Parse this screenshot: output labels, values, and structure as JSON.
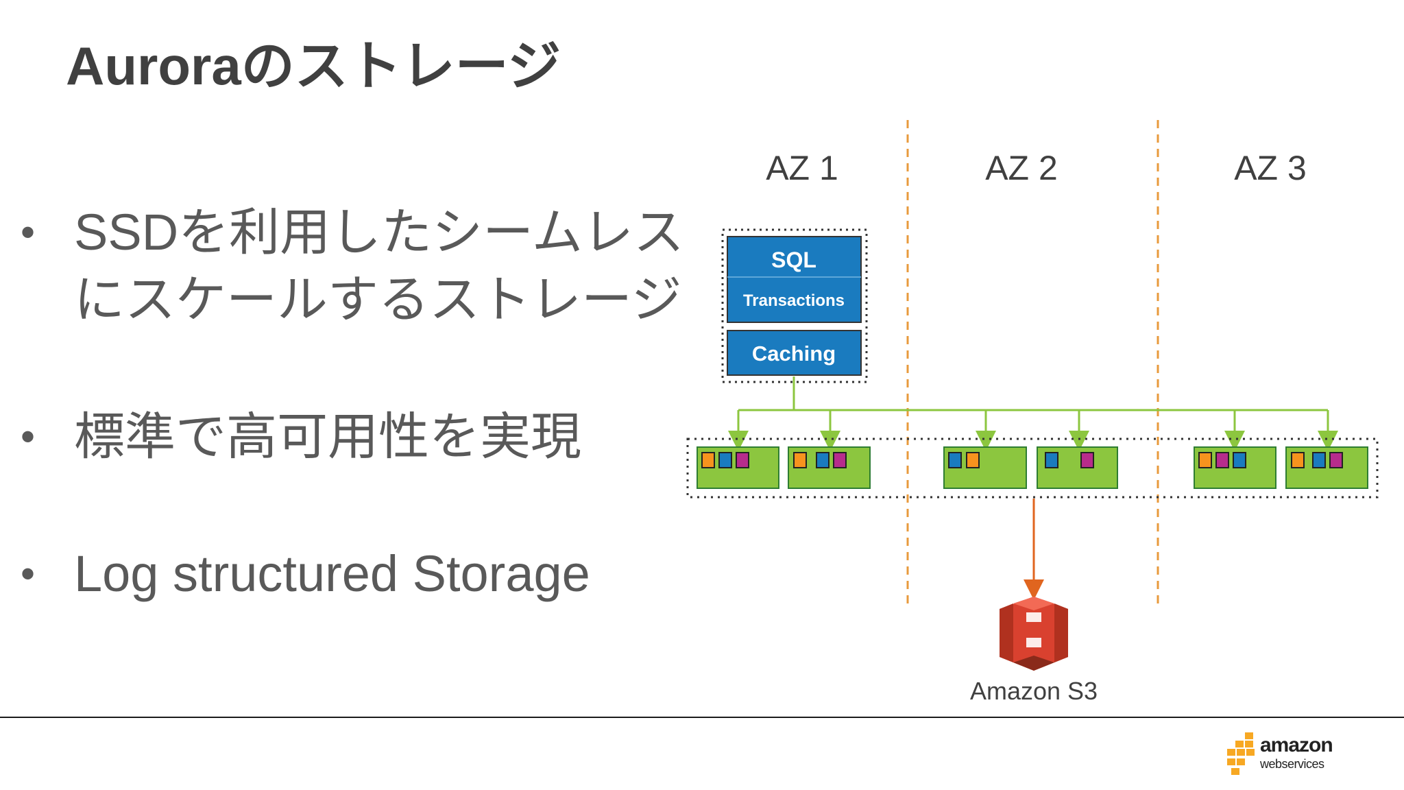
{
  "slide": {
    "title": "Auroraのストレージ"
  },
  "bullets": [
    {
      "marker": "•",
      "text": "SSDを利用したシームレス\nにスケールするストレージ"
    },
    {
      "marker": "•",
      "text": "標準で高可用性を実現"
    },
    {
      "marker": "•",
      "text": "Log structured Storage"
    }
  ],
  "diagram": {
    "availability_zones": [
      "AZ 1",
      "AZ 2",
      "AZ 3"
    ],
    "db_instance": {
      "sql_label": "SQL",
      "transactions_label": "Transactions",
      "caching_label": "Caching"
    },
    "storage_nodes": [
      {
        "az": "AZ 1",
        "blocks": [
          "orange",
          "blue",
          "magenta"
        ]
      },
      {
        "az": "AZ 1",
        "blocks": [
          "orange",
          "blue",
          "magenta"
        ]
      },
      {
        "az": "AZ 2",
        "blocks": [
          "blue",
          "orange"
        ]
      },
      {
        "az": "AZ 2",
        "blocks": [
          "blue",
          "magenta"
        ]
      },
      {
        "az": "AZ 3",
        "blocks": [
          "orange",
          "magenta",
          "blue"
        ]
      },
      {
        "az": "AZ 3",
        "blocks": [
          "orange",
          "blue",
          "magenta"
        ]
      }
    ],
    "backup_target": "Amazon S3",
    "colors": {
      "db_box": "#1a7bbf",
      "storage_node": "#8cc63f",
      "connector": "#8cc63f",
      "az_divider": "#e89a3c",
      "backup_arrow": "#e0651f",
      "s3_icon": "#d9412f",
      "block_orange": "#f7931e",
      "block_blue": "#1a7bbf",
      "block_magenta": "#b72c8c"
    }
  },
  "footer": {
    "logo_main": "amazon",
    "logo_sub": "webservices"
  }
}
